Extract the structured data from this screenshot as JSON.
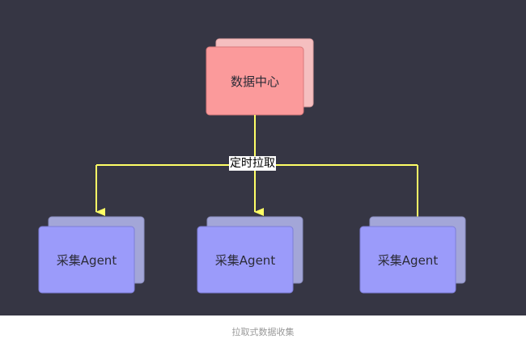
{
  "diagram": {
    "center_node": {
      "label": "数据中心",
      "color": "#fb9a9b",
      "shadow_color": "#f5bfc0"
    },
    "edge_label": "定时拉取",
    "edge_color": "#ffff66",
    "agent_nodes": [
      {
        "label": "采集Agent"
      },
      {
        "label": "采集Agent"
      },
      {
        "label": "采集Agent"
      }
    ],
    "agent_color": "#9b9bfa",
    "agent_shadow_color": "#a3a6d8"
  },
  "caption": "拉取式数据收集"
}
